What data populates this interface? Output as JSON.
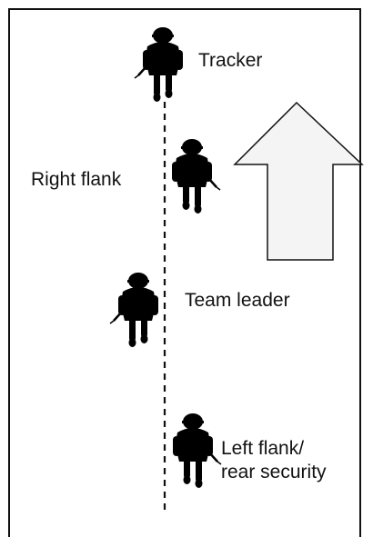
{
  "diagram": {
    "labels": {
      "tracker": "Tracker",
      "right_flank": "Right flank",
      "team_leader": "Team leader",
      "left_flank_line1": "Left flank/",
      "left_flank_line2": "rear security"
    },
    "direction_indicator": "arrow-up-icon",
    "soldier_icon": "soldier-icon",
    "colors": {
      "line": "#111111",
      "silhouette": "#000000",
      "arrow_fill": "#f4f4f4",
      "arrow_stroke": "#111111",
      "border": "#111111"
    }
  }
}
